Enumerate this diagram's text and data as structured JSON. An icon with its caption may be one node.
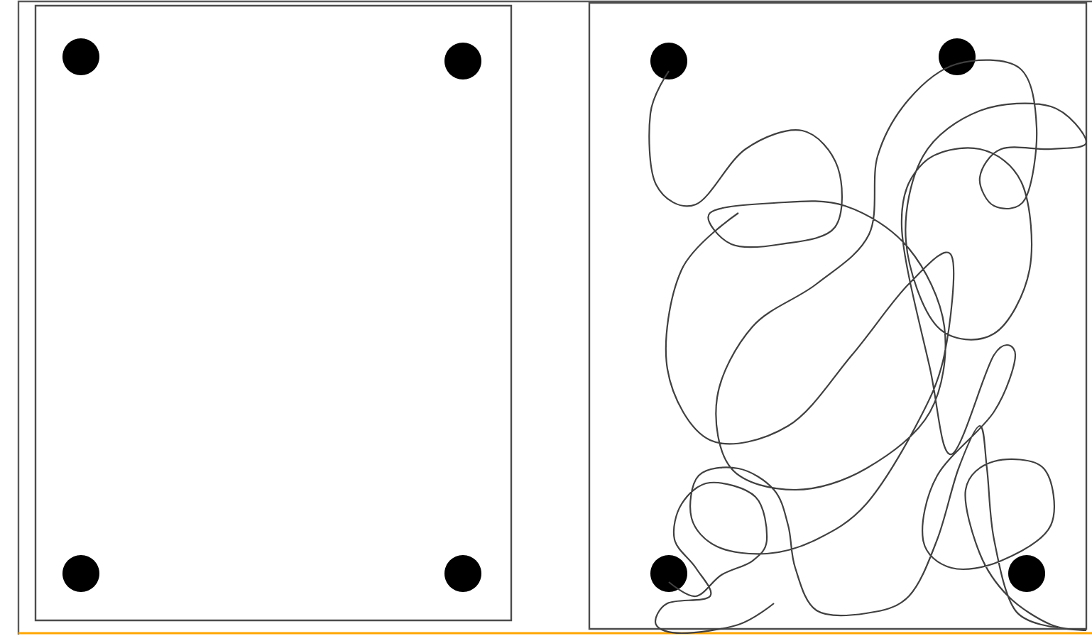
{
  "diagram": {
    "nodes": [
      {
        "text": [],
        "shape": "box"
      },
      {
        "text": [],
        "shape": "box"
      },
      {
        "text": [],
        "shape": "circle",
        "in": 0
      },
      {
        "text": [],
        "shape": "circle",
        "in": 0
      },
      {
        "text": [],
        "shape": "circle",
        "in": 0
      },
      {
        "text": [],
        "shape": "circle",
        "in": 0
      },
      {
        "text": [],
        "shape": "circle",
        "in": 1
      },
      {
        "text": [],
        "shape": "circle",
        "in": 1
      },
      {
        "text": [],
        "shape": "circle",
        "in": 1
      },
      {
        "text": [],
        "shape": "circle",
        "in": 1
      }
    ]
  }
}
